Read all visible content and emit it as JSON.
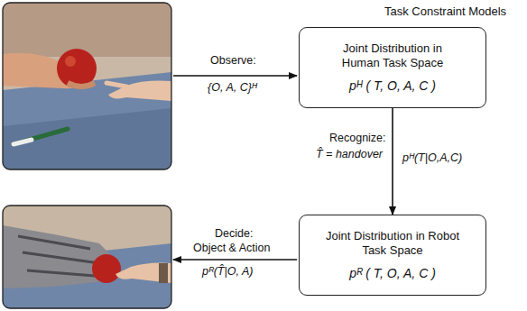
{
  "diagram": {
    "nodes": [
      {
        "text": [
          "Joint Distribution in Human Task Space",
          "pᴴ ( T, O, A, C )"
        ]
      },
      {
        "text": [
          "Joint Distribution in Robot Task Space",
          "pᴿ ( T, O, A, C )"
        ]
      }
    ],
    "edges": [
      {
        "from": 0,
        "to": 1,
        "arrow": "to"
      }
    ],
    "labels": [
      "Task Constraint Models",
      "Observe:",
      "{O, A, C}ᴴ",
      "Recognize:",
      "T̂ = handover",
      "pᴴ(T|O,A,C)",
      "Decide:",
      "Object & Action",
      "pᴿ(T̂|O, A)"
    ]
  }
}
